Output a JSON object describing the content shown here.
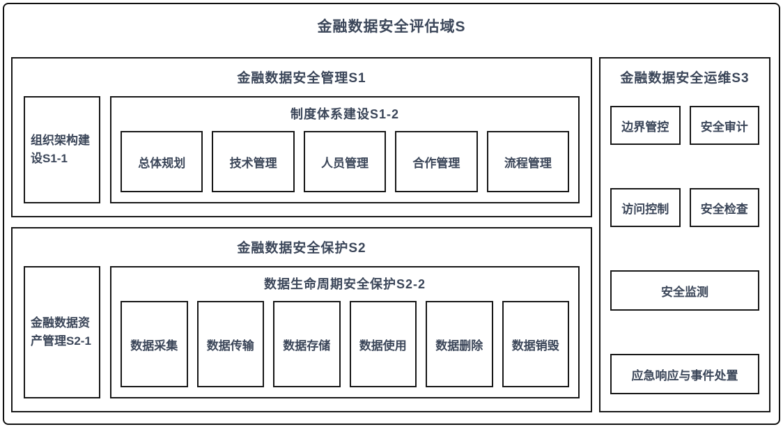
{
  "title": "金融数据安全评估域S",
  "s1": {
    "title": "金融数据安全管理S1",
    "side": "组织架构建设S1-1",
    "sub": {
      "title": "制度体系建设S1-2",
      "items": [
        "总体规划",
        "技术管理",
        "人员管理",
        "合作管理",
        "流程管理"
      ]
    }
  },
  "s2": {
    "title": "金融数据安全保护S2",
    "side": "金融数据资产管理S2-1",
    "sub": {
      "title": "数据生命周期安全保护S2-2",
      "items": [
        "数据采集",
        "数据传输",
        "数据存储",
        "数据使用",
        "数据删除",
        "数据销毁"
      ]
    }
  },
  "s3": {
    "title": "金融数据安全运维S3",
    "grid": [
      "边界管控",
      "安全审计",
      "访问控制",
      "安全检查"
    ],
    "wide": [
      "安全监测",
      "应急响应与事件处置"
    ]
  },
  "colors": {
    "text": "#3b4659",
    "border": "#161616",
    "background": "#ffffff"
  }
}
